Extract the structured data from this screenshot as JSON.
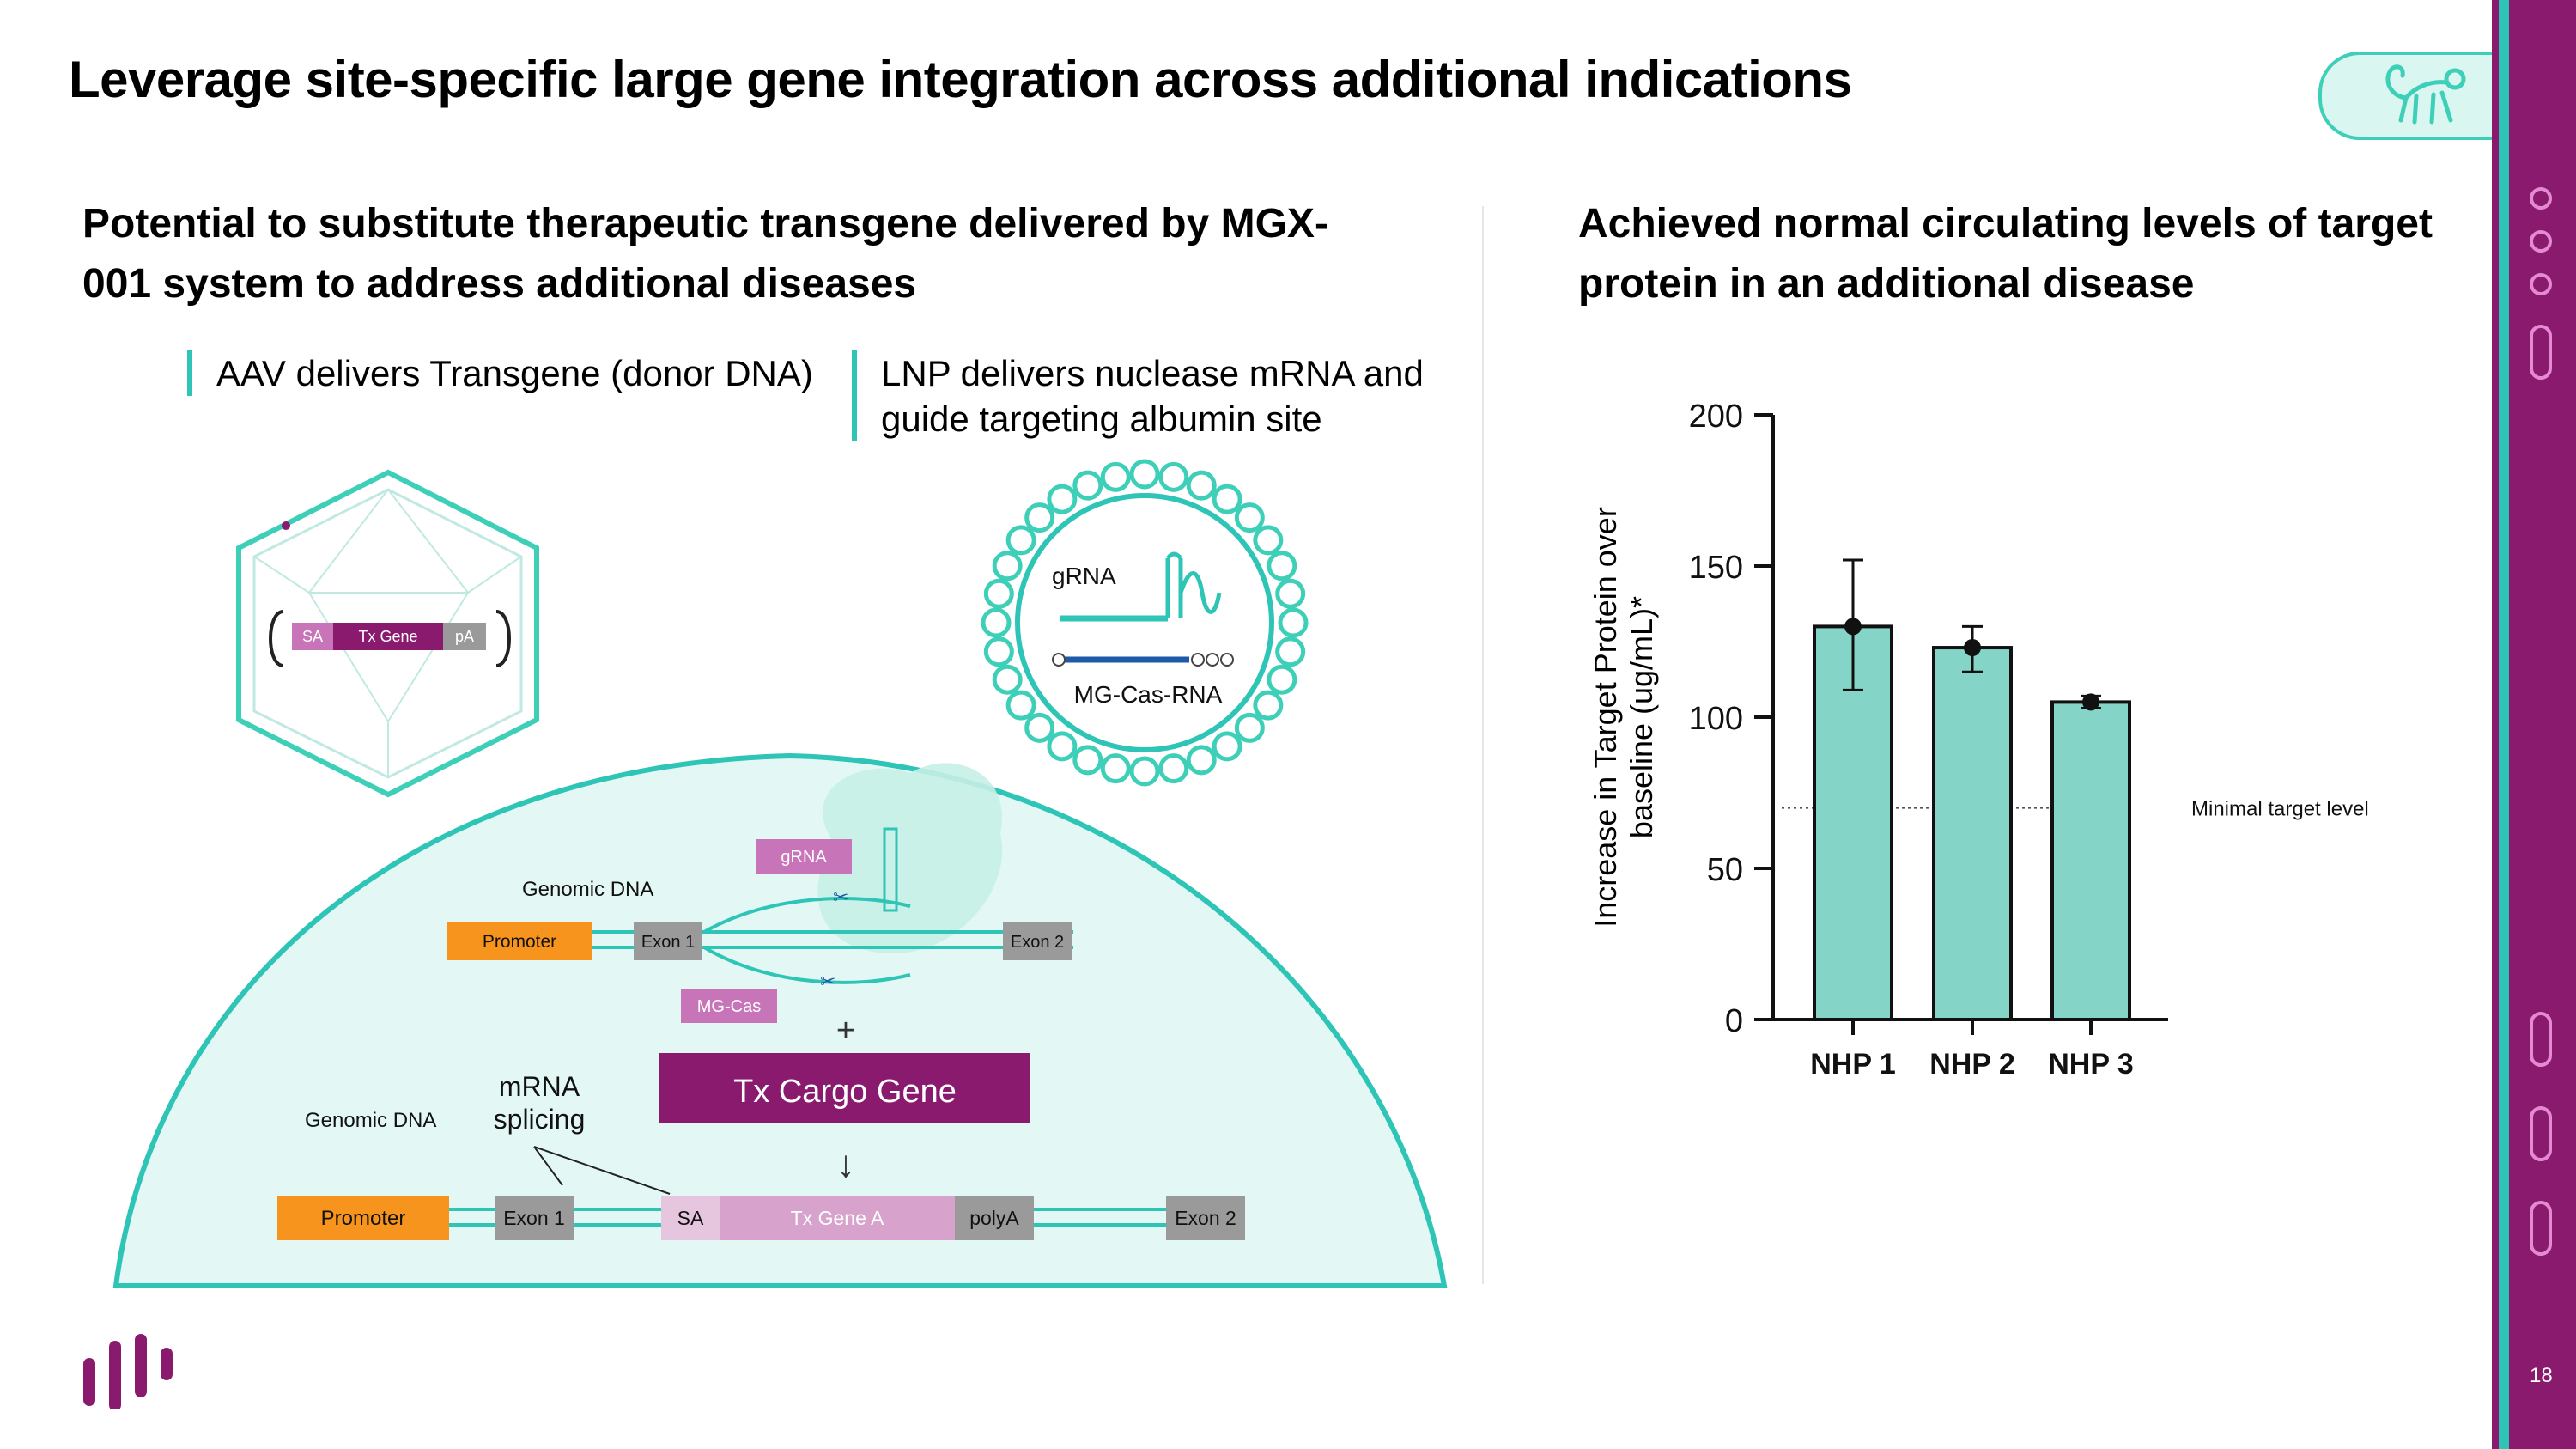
{
  "title": "Leverage site-specific large gene integration across additional indications",
  "left_subhead": "Potential to substitute therapeutic transgene delivered by MGX-001 system to address additional diseases",
  "right_subhead": "Achieved normal circulating levels of target protein in an additional disease",
  "callouts": {
    "aav": "AAV delivers Transgene (donor DNA)",
    "lnp": "LNP delivers nuclease mRNA and guide targeting albumin site"
  },
  "diagram": {
    "aav_cassette": {
      "sa": "SA",
      "tx_gene": "Tx Gene",
      "pa": "pA"
    },
    "lnp": {
      "grna": "gRNA",
      "mgcas": "MG-Cas-RNA"
    },
    "genomic_dna_1": "Genomic DNA",
    "genomic_dna_2": "Genomic DNA",
    "promoter": "Promoter",
    "exon1": "Exon 1",
    "exon2": "Exon 2",
    "grna_tag": "gRNA",
    "mgcas_tag": "MG-Cas",
    "plus": "+",
    "cargo": "Tx Cargo Gene",
    "arrow": "↓",
    "mrna_splicing": "mRNA splicing",
    "sa": "SA",
    "tx_gene_a": "Tx Gene A",
    "polya": "polyA"
  },
  "chart_data": {
    "type": "bar",
    "categories": [
      "NHP 1",
      "NHP 2",
      "NHP 3"
    ],
    "values": [
      130,
      123,
      105
    ],
    "error": [
      [
        109,
        152
      ],
      [
        115,
        130
      ],
      [
        103,
        107
      ]
    ],
    "ylabel": "Increase in Target Protein over baseline (ug/mL)*",
    "ylim": [
      0,
      200
    ],
    "yticks": [
      0,
      50,
      100,
      150,
      200
    ],
    "reference_line": {
      "value": 70,
      "label": "Minimal target level"
    },
    "colors": {
      "bar": "#84d5c7",
      "edge": "#111111"
    }
  },
  "page_number": "18",
  "colors": {
    "teal": "#2ec4b6",
    "magenta": "#8a1a6e",
    "orange": "#f7941d"
  }
}
